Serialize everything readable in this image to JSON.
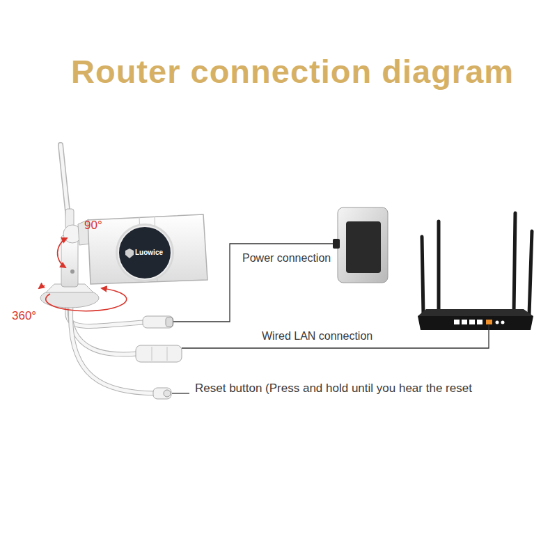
{
  "diagram": {
    "title": "Router connection diagram",
    "labels": [
      "90°",
      "360°",
      "Luowice",
      "Power connection",
      "Wired LAN connection",
      "Reset button (Press and hold until you hear the reset"
    ]
  }
}
